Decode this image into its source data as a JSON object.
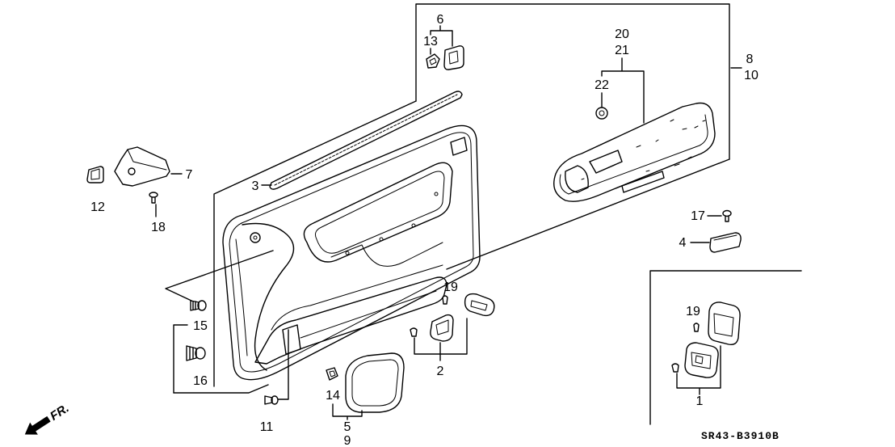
{
  "diagram": {
    "callouts": {
      "c1": "1",
      "c2": "2",
      "c3": "3",
      "c4": "4",
      "c5": "5",
      "c6": "6",
      "c7": "7",
      "c8": "8",
      "c9": "9",
      "c10": "10",
      "c11": "11",
      "c12": "12",
      "c13": "13",
      "c14": "14",
      "c15": "15",
      "c16": "16",
      "c17": "17",
      "c18": "18",
      "c19_door": "19",
      "c19_box": "19",
      "c20": "20",
      "c21": "21",
      "c22": "22"
    },
    "front_marker": "FR.",
    "diagram_code": "SR43-B3910B"
  }
}
